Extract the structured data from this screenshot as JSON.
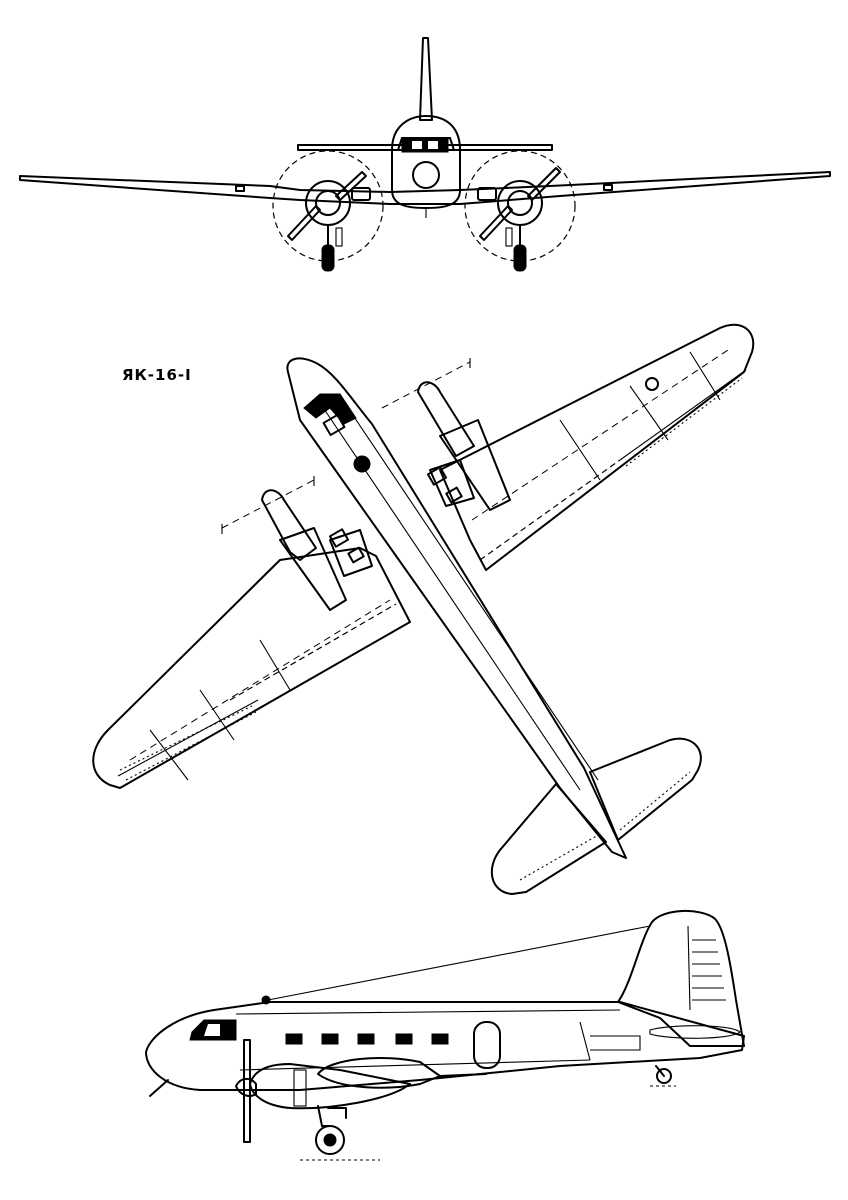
{
  "drawing": {
    "model_label": "ЯК-16-I",
    "ink_color": "#000000",
    "paper_color": "#ffffff",
    "views": [
      "front-view",
      "top-view",
      "side-view"
    ]
  }
}
